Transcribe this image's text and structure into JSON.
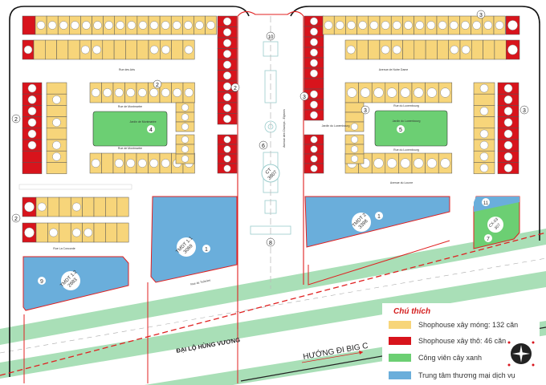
{
  "colors": {
    "shophouse_foundation": "#f7d57a",
    "shophouse_rough": "#d8141c",
    "green_park": "#6ccf73",
    "commercial": "#6aaedb",
    "boundary_red": "#e02020"
  },
  "legend": {
    "title": "Chú thích",
    "items": [
      {
        "label": "Shophouse xây móng: 132 căn",
        "color": "#f7d57a"
      },
      {
        "label": "Shophouse xây thô: 46 căn",
        "color": "#d8141c"
      },
      {
        "label": "Công viên cây xanh",
        "color": "#6ccf73"
      },
      {
        "label": "Trung tâm thương mại dịch vụ",
        "color": "#6aaedb"
      }
    ]
  },
  "roads": {
    "main": "ĐẠI LỘ HÙNG VƯƠNG",
    "direction": "HƯỚNG ĐI BIG C"
  },
  "streets": {
    "rue_des_arts": "Rue des Arts",
    "rue_montmartre_top": "Rue de Montmartre",
    "rue_montmartre_bottom": "Rue de Montmartre",
    "jardin_montmartre": "Jardin de Montmartre",
    "avenue_notre_dame": "Avenue de Notre Dame",
    "rue_luxembourg_top": "Rue du Luxembourg",
    "rue_luxembourg_bottom": "Rue du Luxembourg",
    "jardin_luxembourg": "Jardin du Luxembourg",
    "jardin_luxembourg_path": "Jardin du Luxembourg",
    "avenue_louvre": "Avenue du Louvre",
    "champs_elysees": "Avenue des Champs - Elysees",
    "rue_concorde": "Rue La Concorde",
    "rue_tuileries": "Rue de Tuileries"
  },
  "zones": {
    "tmdt_1_1": {
      "name": "TMDT 1.1",
      "area": "3069",
      "marker": "1"
    },
    "tmdt_2": {
      "name": "TMDT 2",
      "area": "3398",
      "marker": "1"
    },
    "tmdt_1_2": {
      "name": "TMDT 1.2",
      "area": "2683",
      "marker": "9"
    },
    "cx_03": {
      "name": "CX-03",
      "area": "307",
      "marker": "7",
      "marker_top": "11"
    },
    "ct": {
      "name": "CT",
      "area": "3807"
    }
  },
  "markers": {
    "m2a": "2",
    "m2b": "2",
    "m2c": "2",
    "m2d": "2",
    "m3a": "3",
    "m3b": "3",
    "m3c": "3",
    "m3d": "3",
    "m4": "4",
    "m5": "5",
    "m6": "6",
    "m8": "8",
    "m10": "10"
  }
}
